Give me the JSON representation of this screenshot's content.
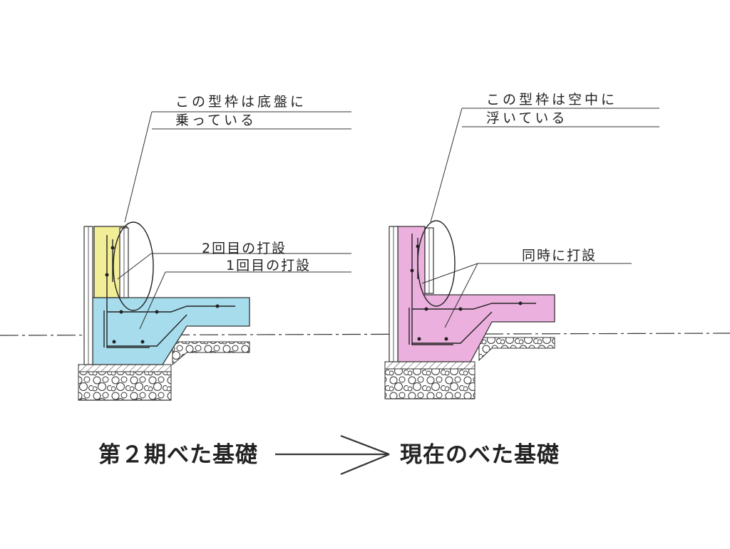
{
  "left_detail": {
    "callout_line1": "この型枠は底盤に",
    "callout_line2": "乗っている",
    "pour_second": "2回目の打設",
    "pour_first": "1回目の打設",
    "colors": {
      "second_pour": "#f2ee98",
      "first_pour": "#a6dcec"
    }
  },
  "right_detail": {
    "callout_line1": "この型枠は空中に",
    "callout_line2": "浮いている",
    "pour_same": "同時に打設",
    "colors": {
      "pour": "#ecb0de"
    }
  },
  "captions": {
    "left": "第２期べた基礎",
    "right": "現在のべた基礎",
    "arrow": "right-arrow"
  }
}
